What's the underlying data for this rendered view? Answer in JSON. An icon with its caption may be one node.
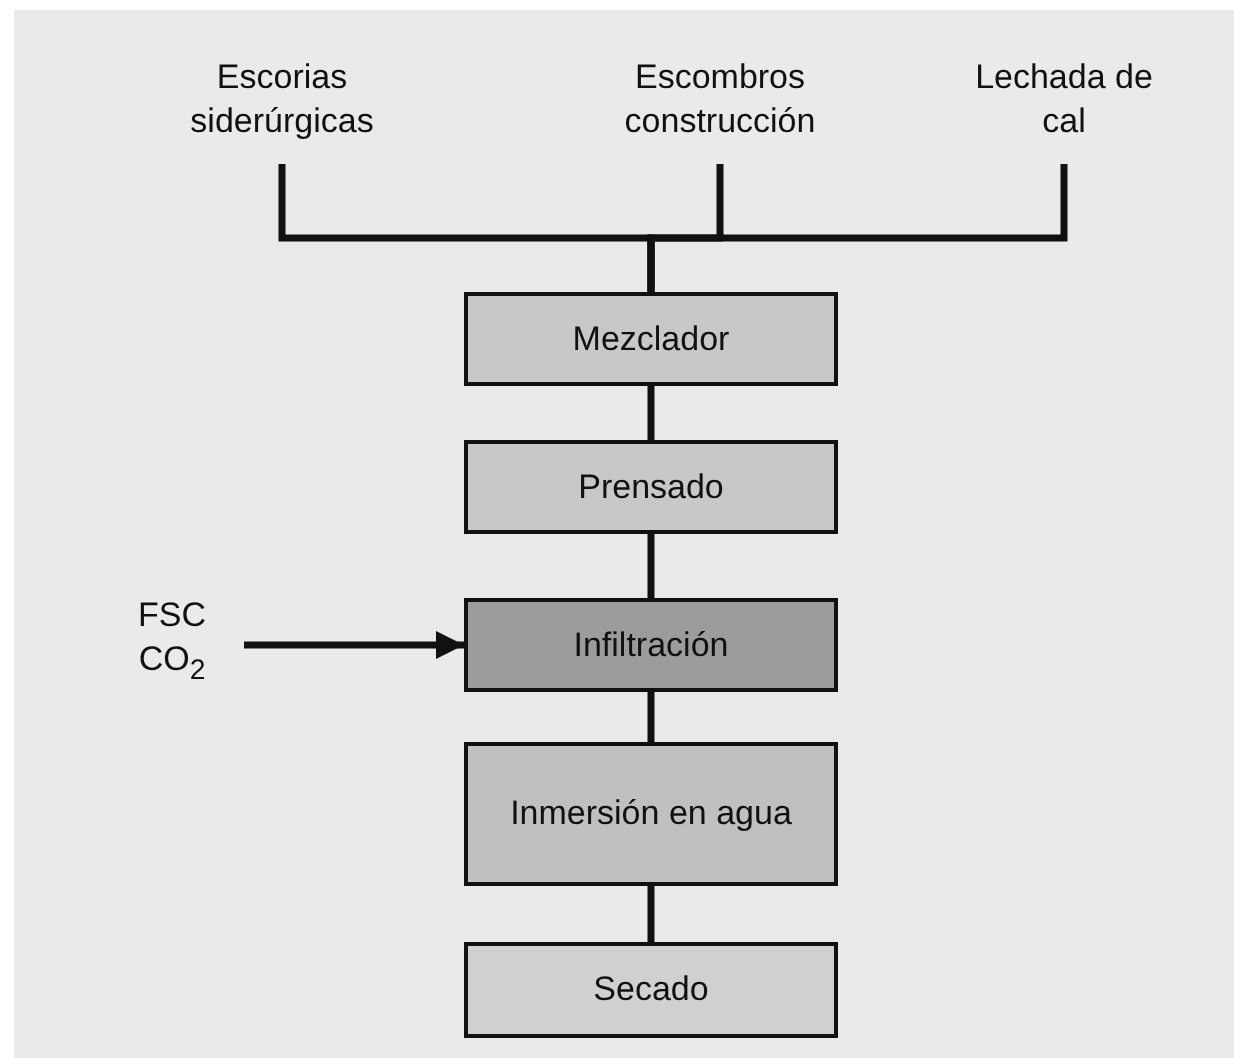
{
  "diagram": {
    "nodes": [
      {
        "text": [
          "Escorias siderúrgicas"
        ]
      },
      {
        "text": [
          "Escombros construcción"
        ]
      },
      {
        "text": [
          "Lechada de cal"
        ]
      },
      {
        "text": [
          "Mezclador"
        ]
      },
      {
        "text": [
          "Prensado"
        ]
      },
      {
        "text": [
          "Infiltración"
        ]
      },
      {
        "text": [
          "Inmersión en agua"
        ]
      },
      {
        "text": [
          "Secado"
        ]
      },
      {
        "text": [
          "FSC CO$_{2}$"
        ]
      }
    ],
    "edges": [
      {
        "from": 0,
        "to": 3,
        "arrow": "none"
      },
      {
        "from": 1,
        "to": 3,
        "arrow": "none"
      },
      {
        "from": 2,
        "to": 3,
        "arrow": "none"
      },
      {
        "from": 3,
        "to": 4,
        "arrow": "none"
      },
      {
        "from": 4,
        "to": 5,
        "arrow": "none"
      },
      {
        "from": 5,
        "to": 6,
        "arrow": "none"
      },
      {
        "from": 6,
        "to": 7,
        "arrow": "none"
      },
      {
        "from": 8,
        "to": 5,
        "arrow": "to"
      }
    ]
  }
}
